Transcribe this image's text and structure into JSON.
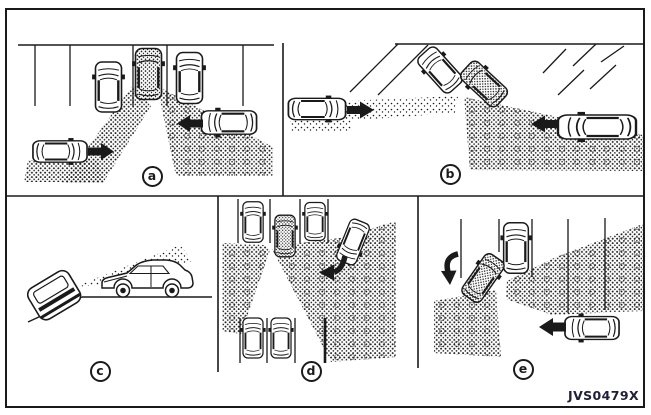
{
  "figure": {
    "code": "JVS0479X",
    "panels": [
      {
        "label": "a"
      },
      {
        "label": "b"
      },
      {
        "label": "c"
      },
      {
        "label": "d"
      },
      {
        "label": "e"
      }
    ],
    "colors": {
      "ink": "#1a1a1a",
      "paper": "#ffffff"
    }
  }
}
